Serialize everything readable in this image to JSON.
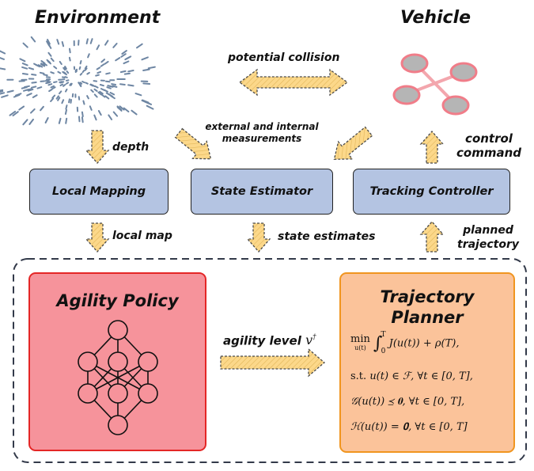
{
  "headers": {
    "environment": "Environment",
    "vehicle": "Vehicle"
  },
  "labels": {
    "potential_collision": "potential collision",
    "depth": "depth",
    "measurements_line1": "external and internal",
    "measurements_line2": "measurements",
    "control_line1": "control",
    "control_line2": "command",
    "local_map": "local map",
    "state_estimates": "state estimates",
    "planned_line1": "planned",
    "planned_line2": "trajectory",
    "agility_level": "agility level"
  },
  "modules": {
    "local_mapping": "Local Mapping",
    "state_estimator": "State Estimator",
    "tracking_controller": "Tracking Controller"
  },
  "agility_policy": {
    "title": "Agility Policy"
  },
  "trajectory_planner": {
    "title_line1": "Trajectory",
    "title_line2": "Planner",
    "min_sub": "u(t)",
    "integral_upper": "T",
    "integral_lower": "0",
    "objective": "J(u(t)) + ρ(T),",
    "c1_prefix": "s.t.",
    "c1": "u(t) ∈ ℱ,   ∀t ∈ [0, T],",
    "c2": "𝒢(u(t)) ⪯ 𝟎,   ∀t ∈ [0, T],",
    "c3": "ℋ(u(t)) = 𝟎,   ∀t ∈ [0, T]"
  },
  "colors": {
    "arrow_fill": "#fcd88a",
    "module_fill": "#b4c4e2",
    "agility_fill": "#f6939b",
    "agility_border": "#e42626",
    "planner_fill": "#fbc39a",
    "planner_border": "#f0951f",
    "drone_frame": "#f3a6ad",
    "rotor": "#b5b5b5",
    "depth_streaks": "#6e86a3"
  }
}
